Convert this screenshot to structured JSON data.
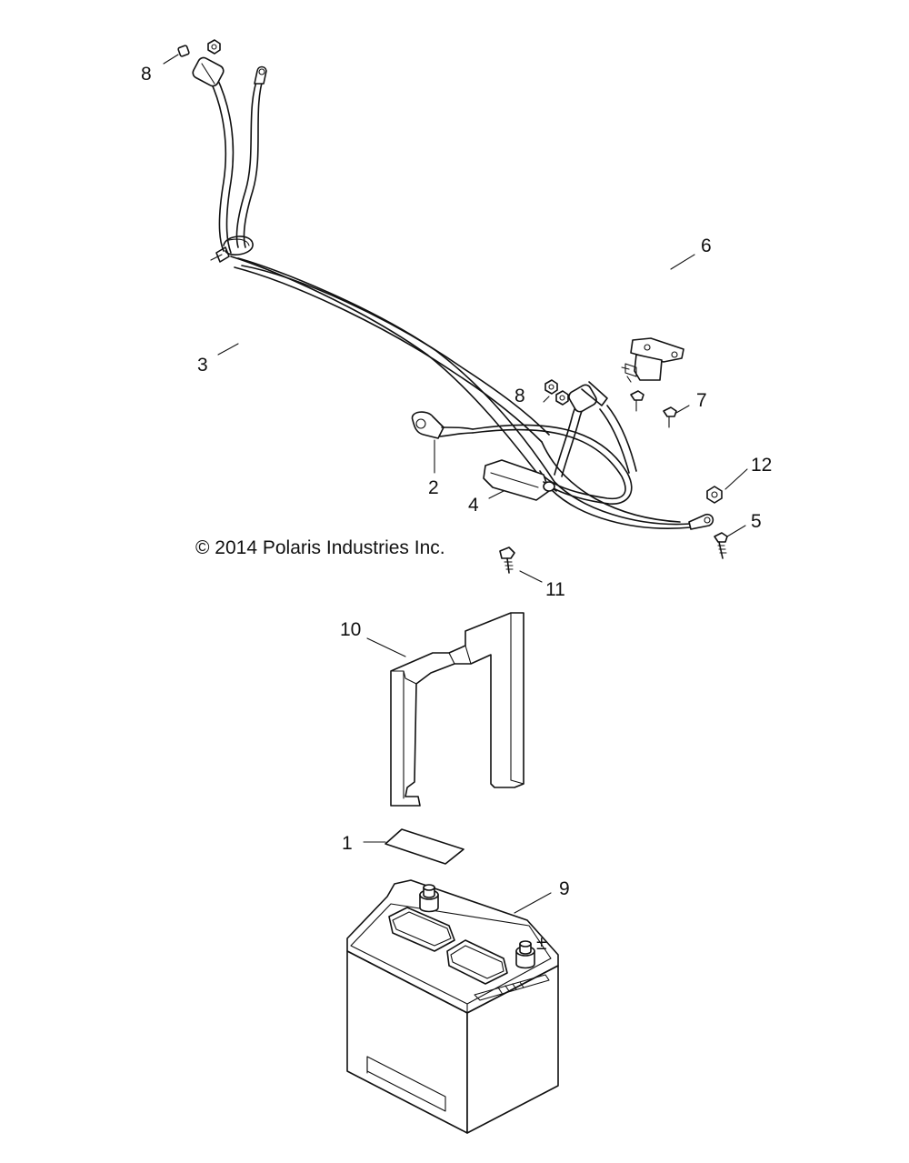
{
  "copyright": "© 2014 Polaris Industries Inc.",
  "callouts": {
    "c1": "1",
    "c2": "2",
    "c3": "3",
    "c4": "4",
    "c5": "5",
    "c6": "6",
    "c7": "7",
    "c8a": "8",
    "c8b": "8",
    "c9": "9",
    "c10": "10",
    "c11": "11",
    "c12": "12"
  },
  "battery_symbol": "±"
}
